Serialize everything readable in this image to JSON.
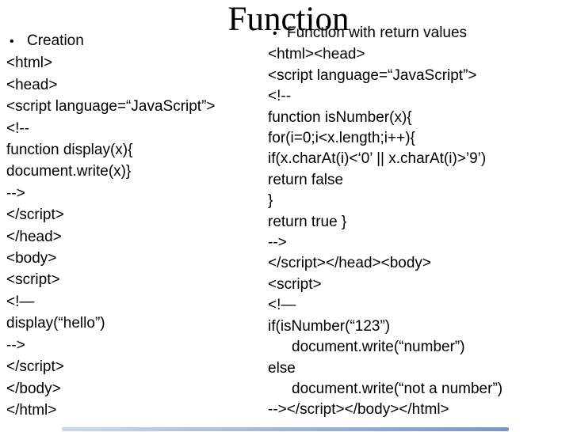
{
  "slide": {
    "title": "Function"
  },
  "left": {
    "bullet_label": "Creation",
    "lines": [
      "<html>",
      "<head>",
      "<script language=“JavaScript”>",
      "<!--",
      "function display(x){",
      "document.write(x)}",
      "-->",
      "</script>",
      "</head>",
      "<body>",
      "<script>",
      "<!—",
      "display(“hello”)",
      "-->",
      "</script>",
      "</body>",
      "</html>"
    ]
  },
  "right": {
    "bullet_label": "Function with return values",
    "lines": [
      "<html><head>",
      "<script language=“JavaScript”>",
      "<!--",
      "function isNumber(x){",
      "for(i=0;i<x.length;i++){",
      "if(x.charAt(i)<‘0’ || x.charAt(i)>’9’)",
      "return false",
      "}",
      "return true }",
      "-->",
      "</script></head><body>",
      "<script>",
      "<!—",
      "if(isNumber(“123”)",
      "document.write(“number”)",
      "else",
      "document.write(“not a number”)",
      "--></script></body></html>"
    ]
  },
  "footer": {
    "bar_gradient_start": "#cdd8ea",
    "bar_gradient_end": "#7b96c4"
  }
}
